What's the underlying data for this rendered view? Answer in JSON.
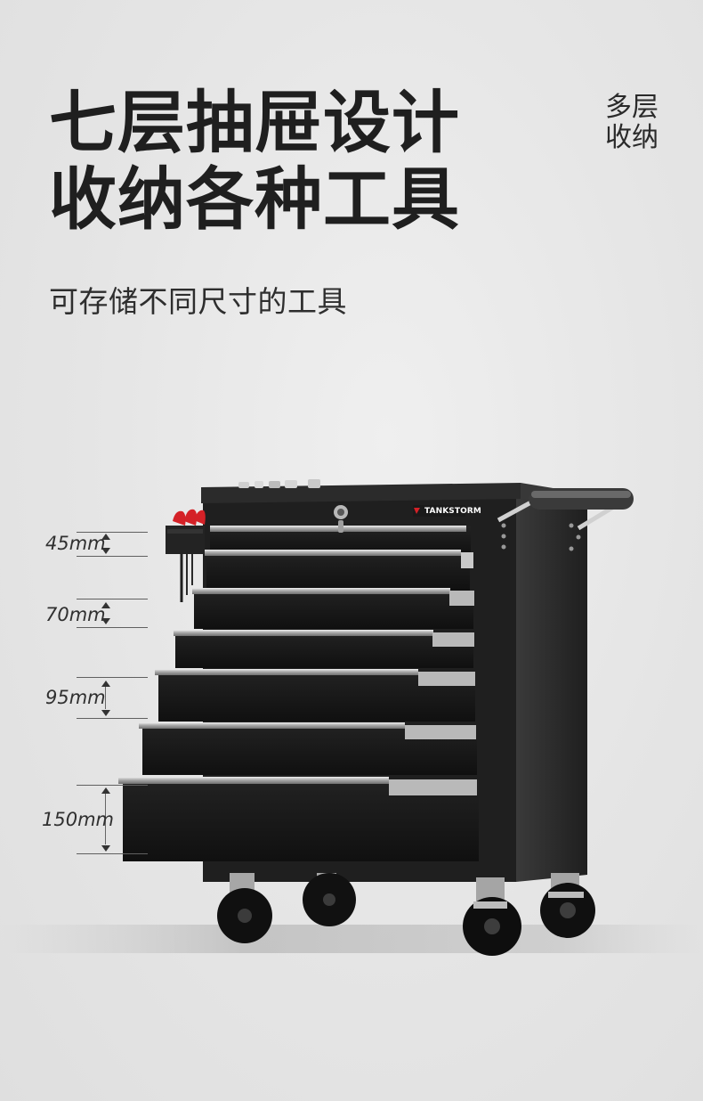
{
  "headline": {
    "line1": "七层抽屉设计",
    "line2": "收纳各种工具"
  },
  "subtitle": "可存储不同尺寸的工具",
  "side_tag": {
    "line1": "多层",
    "line2": "收纳"
  },
  "brand": "TANKSTORM",
  "measurements": [
    {
      "label": "45mm"
    },
    {
      "label": "70mm"
    },
    {
      "label": "95mm"
    },
    {
      "label": "150mm"
    }
  ],
  "colors": {
    "background": "#e6e6e6",
    "cabinet": "#262626",
    "drawer": "#181818",
    "handle": "#b7b7b7",
    "text": "#1f1f1f",
    "accent": "#c91f24"
  }
}
